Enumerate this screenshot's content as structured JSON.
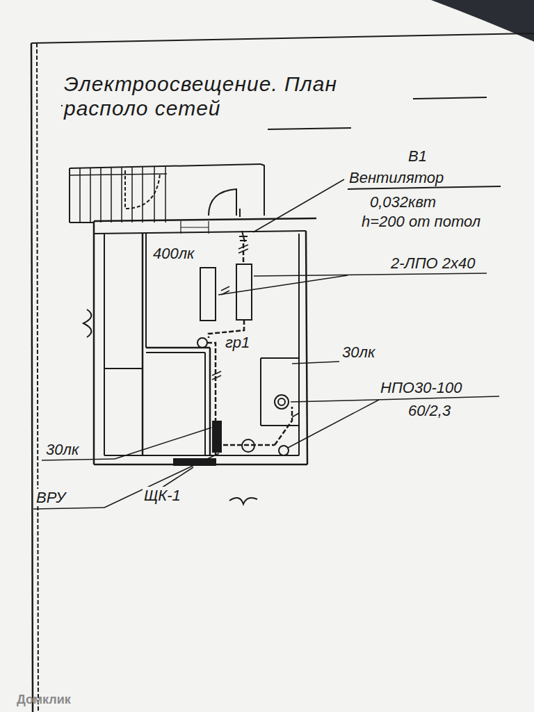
{
  "diagram": {
    "title": "Электроосвещение. План располо сетей",
    "labels": [
      "В1",
      "Вентилятор",
      "0,032квт",
      "h=200 от потол",
      "400лк",
      "2-ЛПО 2х40",
      "гр1",
      "30лк",
      "НПО30-100",
      "60/2,3",
      "30лк",
      "ВРУ",
      "ЩК-1",
      "Домклик"
    ]
  }
}
